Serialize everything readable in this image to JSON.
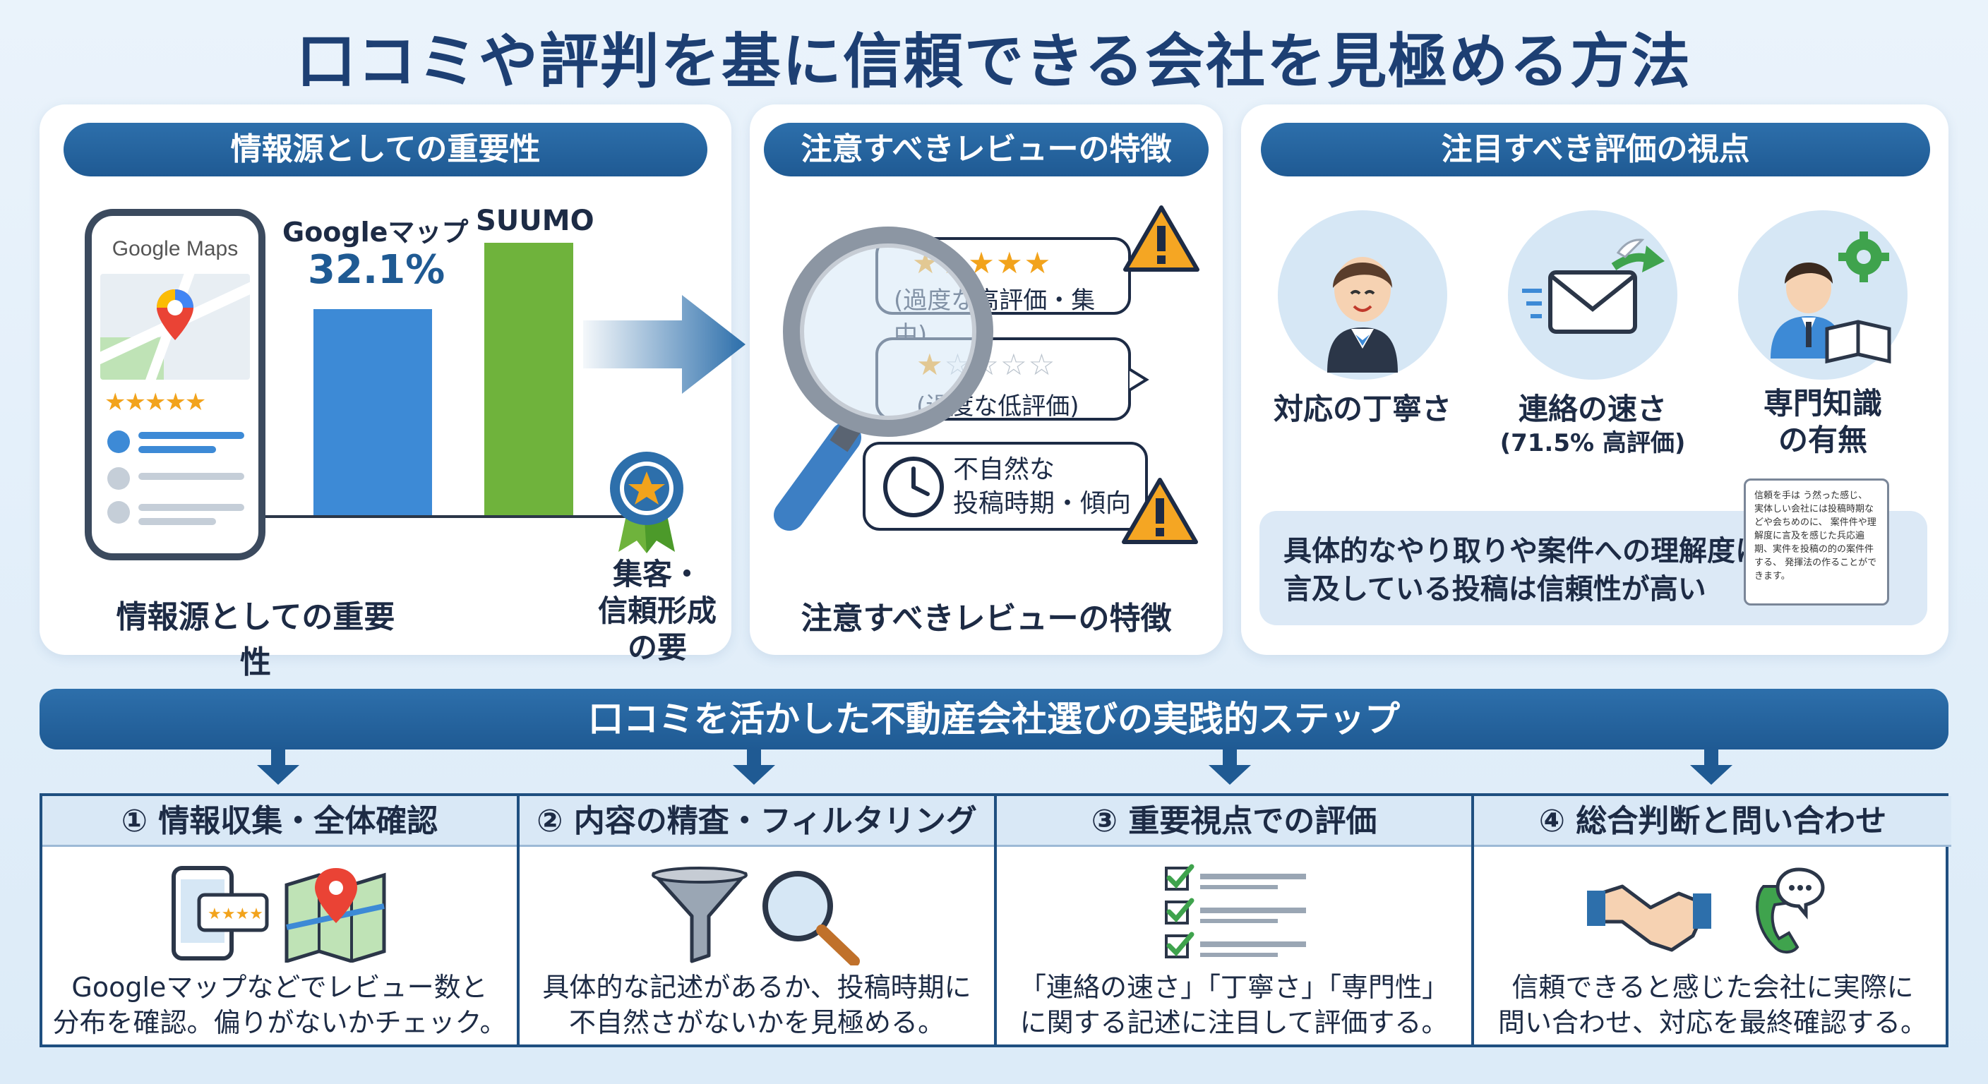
{
  "title": "口コミや評判を基に信頼できる会社を見極める方法",
  "panel1": {
    "header": "情報源としての重要性",
    "phone_app": "Google Maps",
    "bar_google_label": "Googleマップ",
    "bar_google_value": "32.1%",
    "bar_suumo_label": "SUUMO",
    "caption": "情報源としての重要性",
    "badge_text_1": "集客・",
    "badge_text_2": "信頼形成の要"
  },
  "panel2": {
    "header": "注意すべきレビューの特徴",
    "review1": "(過度な高評価・集中)",
    "review2": "(過度な低評価)",
    "review3_line1": "不自然な",
    "review3_line2": "投稿時期・傾向",
    "caption": "注意すべきレビューの特徴"
  },
  "panel3": {
    "header": "注目すべき評価の視点",
    "point1": "対応の丁寧さ",
    "point2": "連絡の速さ",
    "point2_sub": "(71.5% 高評価)",
    "point3_line1": "専門知識",
    "point3_line2": "の有無",
    "quote_line1": "具体的なやり取りや案件への理解度に",
    "quote_line2": "言及している投稿は信頼性が高い",
    "note_text": "信頼を手は う然った感じ、 実体しい会社には投稿時期などや会ちめのに、 案件件や理解度に言及を感じた兵応遍期、実件を投稿の的の案件件する、 発揮法の作ることができます。"
  },
  "steps_banner": "口コミを活かした不動産会社選びの実践的ステップ",
  "steps": [
    {
      "title": "① 情報収集・全体確認",
      "line1": "Googleマップなどでレビュー数と",
      "line2": "分布を確認。偏りがないかチェック。"
    },
    {
      "title": "② 内容の精査・フィルタリング",
      "line1": "具体的な記述があるか、投稿時期に",
      "line2": "不自然さがないかを見極める。"
    },
    {
      "title": "③ 重要視点での評価",
      "line1": "「連絡の速さ」「丁寧さ」「専門性」",
      "line2": "に関する記述に注目して評価する。"
    },
    {
      "title": "④ 総合判断と問い合わせ",
      "line1": "信頼できると感じた会社に実際に",
      "line2": "問い合わせ、対応を最終確認する。"
    }
  ],
  "colors": {
    "primary": "#1f5a93",
    "google_bar": "#3d8ad6",
    "suumo_bar": "#6fb33c",
    "star": "#f2a31c",
    "warning": "#f5a623"
  }
}
